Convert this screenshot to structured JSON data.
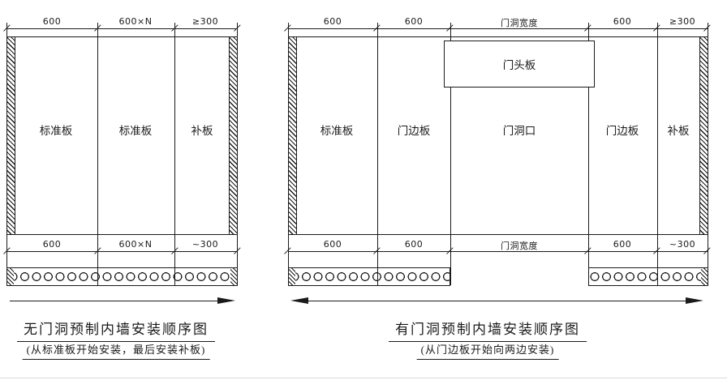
{
  "left": {
    "title": "无门洞预制内墙安装顺序图",
    "subtitle": "(从标准板开始安装，最后安装补板)",
    "top_dims": [
      "600",
      "600×N",
      "≥300"
    ],
    "bottom_dims": [
      "600",
      "600×N",
      "~300"
    ],
    "panels": [
      "标准板",
      "标准板",
      "补板"
    ]
  },
  "right": {
    "title": "有门洞预制内墙安装顺序图",
    "subtitle": "(从门边板开始向两边安装)",
    "top_dims": [
      "600",
      "600",
      "门洞宽度",
      "600",
      "≥300"
    ],
    "bottom_dims": [
      "600",
      "600",
      "门洞宽度",
      "600",
      "~300"
    ],
    "panels": [
      "标准板",
      "门边板",
      "门洞口",
      "门边板",
      "补板"
    ],
    "lintel": "门头板"
  },
  "colors": {
    "line": "#1a1a1a",
    "background": "#ffffff"
  }
}
